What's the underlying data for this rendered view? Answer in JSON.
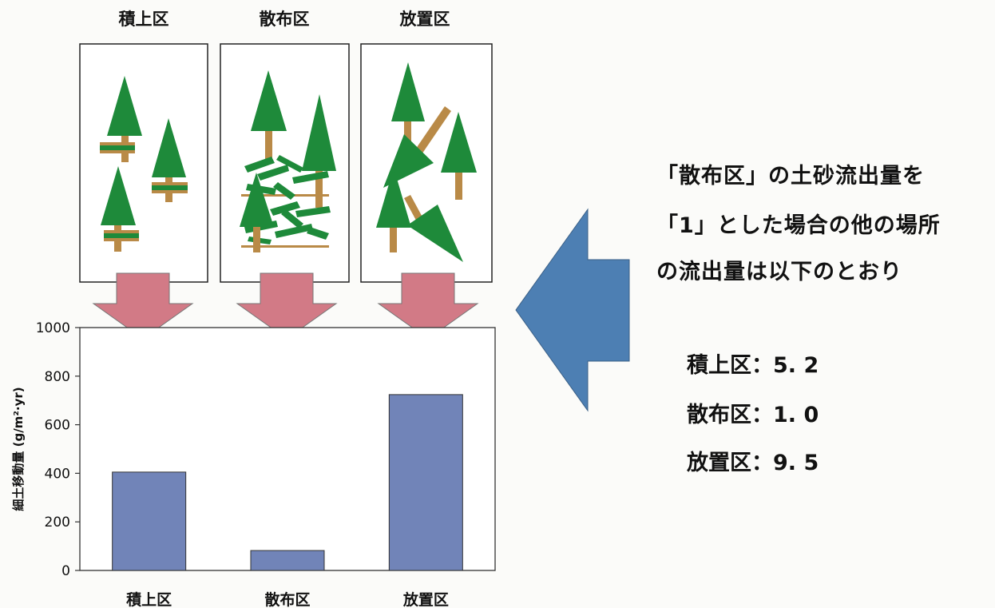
{
  "panels": [
    {
      "label": "積上区"
    },
    {
      "label": "散布区"
    },
    {
      "label": "放置区"
    }
  ],
  "chart_data": {
    "type": "bar",
    "categories": [
      "積上区",
      "散布区",
      "放置区"
    ],
    "values": [
      405,
      82,
      724
    ],
    "ylabel": "細土移動量 (g/m²·yr)",
    "ylim": [
      0,
      1000
    ],
    "yticks": [
      0,
      200,
      400,
      600,
      800,
      1000
    ],
    "bar_color": "#7184b8"
  },
  "note": {
    "lines": [
      "「散布区」の土砂流出量を",
      "「1」とした場合の他の場所",
      "の流出量は以下のとおり"
    ],
    "ratios": [
      {
        "text": "積上区：5. 2"
      },
      {
        "text": "散布区：1. 0"
      },
      {
        "text": "放置区：9. 5"
      }
    ]
  },
  "colors": {
    "tree": "#1e8a3a",
    "trunk": "#b98a47",
    "down_arrow": "#d27a86",
    "left_arrow": "#4d7fb3",
    "bar": "#7184b8"
  }
}
